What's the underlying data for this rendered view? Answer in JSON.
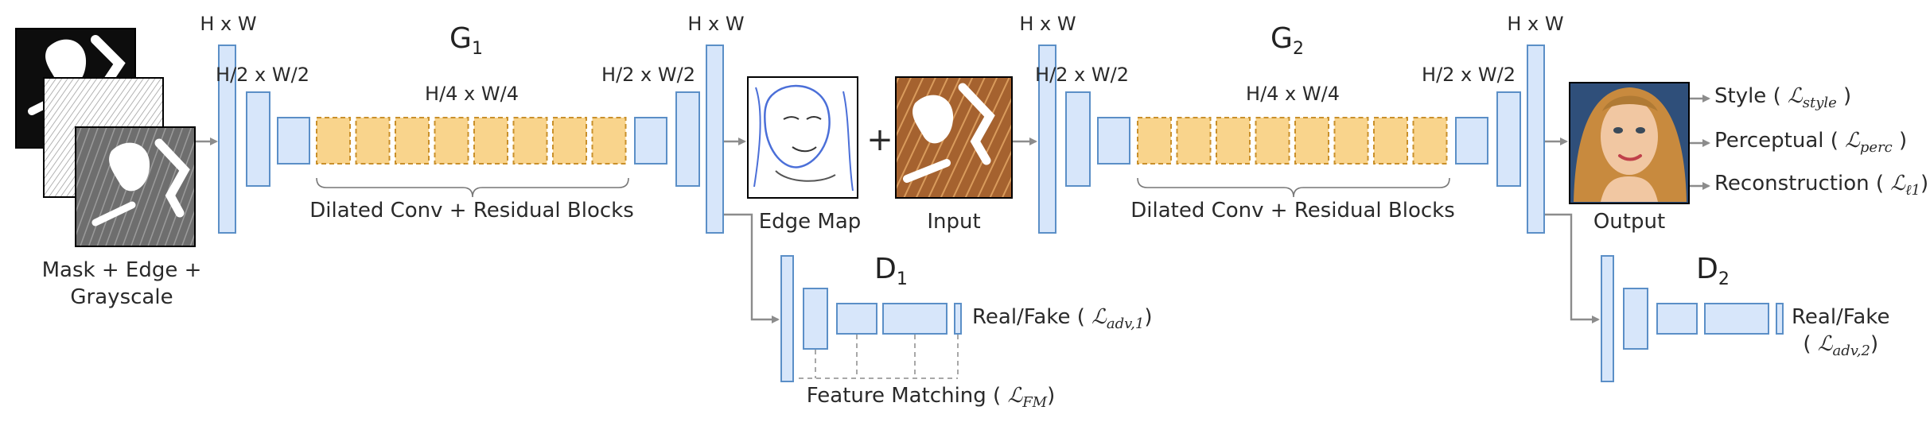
{
  "input_stack": {
    "caption_line1": "Mask + Edge +",
    "caption_line2": "Grayscale"
  },
  "g1": {
    "title": "G",
    "sub": "1",
    "dim_full_in": "H x W",
    "dim_half_in": "H/2 x W/2",
    "dim_quarter": "H/4 x W/4",
    "dim_half_out": "H/2 x W/2",
    "dim_full_out": "H x W",
    "blocks_label": "Dilated Conv + Residual Blocks",
    "residual_block_count": 8
  },
  "g2": {
    "title": "G",
    "sub": "2",
    "dim_full_in": "H x W",
    "dim_half_in": "H/2 x W/2",
    "dim_quarter": "H/4 x W/4",
    "dim_half_out": "H/2 x W/2",
    "dim_full_out": "H x W",
    "blocks_label": "Dilated Conv + Residual Blocks",
    "residual_block_count": 8
  },
  "edge_map": {
    "caption": "Edge Map"
  },
  "plus": "+",
  "input_image": {
    "caption": "Input"
  },
  "output_image": {
    "caption": "Output"
  },
  "d1": {
    "title": "D",
    "sub": "1",
    "real_fake_prefix": "Real/Fake ( ",
    "loss_symbol": "ℒ",
    "loss_sub": "adv,1",
    "suffix": ")",
    "fm_prefix": "Feature Matching ( ",
    "fm_symbol": "ℒ",
    "fm_sub": "FM",
    "fm_suffix": ")"
  },
  "d2": {
    "title": "D",
    "sub": "2",
    "real_fake": "Real/Fake",
    "loss_prefix": "( ",
    "loss_symbol": "ℒ",
    "loss_sub": "adv,2",
    "suffix": ")"
  },
  "losses": [
    {
      "name": "Style ( ",
      "symbol": "ℒ",
      "sub": "style",
      "suffix": " )"
    },
    {
      "name": "Perceptual ( ",
      "symbol": "ℒ",
      "sub": "perc",
      "suffix": " )"
    },
    {
      "name": "Reconstruction ( ",
      "symbol": "ℒ",
      "sub": "ℓ1",
      "suffix": ")"
    }
  ],
  "colors": {
    "layer_fill": "#d7e6fa",
    "layer_stroke": "#5b8fc7",
    "res_fill": "#f9d48c",
    "res_stroke": "#c9902b",
    "arrow": "#8c8c8c",
    "dash": "#a8a8a8"
  }
}
